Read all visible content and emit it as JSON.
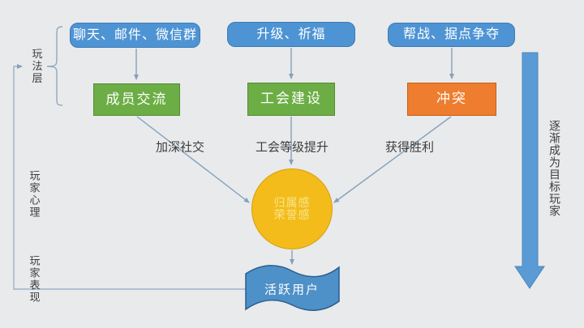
{
  "title": "guild-social-loop-diagram",
  "colors": {
    "background": "#e9eaeb",
    "source_node": "#4e94d4",
    "activity_node_green": "#6cae45",
    "activity_node_orange": "#ee7d2f",
    "center_circle": "#f3bc1b",
    "result_node": "#4e90c8",
    "big_arrow": "#5b9bd5",
    "connector": "#84a1bd",
    "label_text": "#3d3d3d"
  },
  "left_rail": {
    "gameplay_label": "玩法层",
    "psychology_label": "玩家心理",
    "behavior_label": "玩家表现"
  },
  "columns": [
    {
      "source": "聊天、邮件、微信群",
      "activity": "成员交流",
      "outcome": "加深社交"
    },
    {
      "source": "升级、祈福",
      "activity": "工会建设",
      "outcome": "工会等级提升"
    },
    {
      "source": "帮战、据点争夺",
      "activity": "冲突",
      "outcome": "获得胜利"
    }
  ],
  "center": {
    "line1": "归属感",
    "line2": "荣誉感"
  },
  "result": {
    "label": "活跃用户"
  },
  "right_rail": {
    "arrow_label": "逐渐成为目标玩家"
  }
}
